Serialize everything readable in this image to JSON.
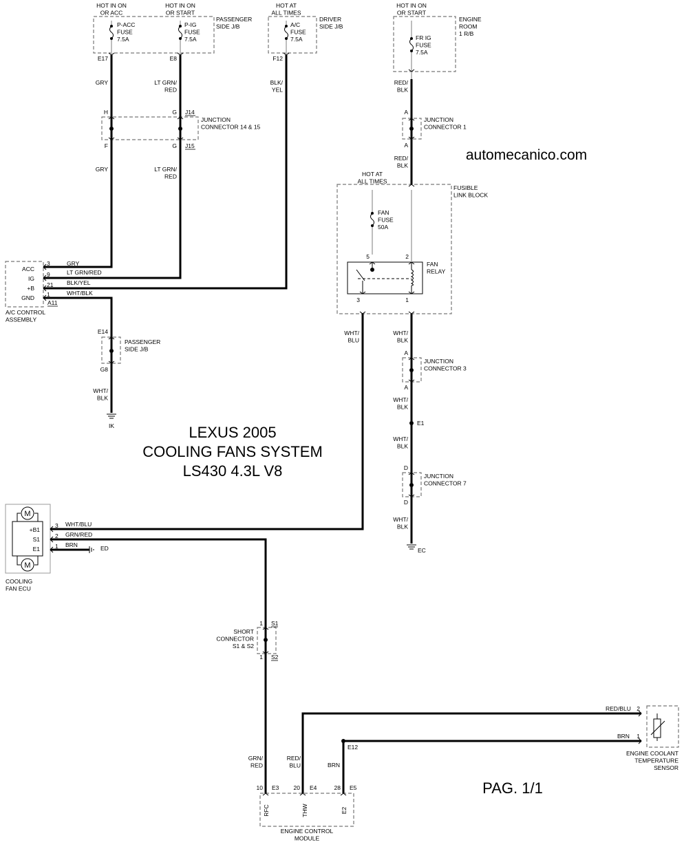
{
  "title": {
    "line1": "LEXUS 2005",
    "line2": "COOLING FANS SYSTEM",
    "line3": "LS430 4.3L V8"
  },
  "watermark": "automecanico.com",
  "page": "PAG. 1/1",
  "power": {
    "acc": [
      "HOT IN ON",
      "OR ACC"
    ],
    "start1": [
      "HOT IN ON",
      "OR START"
    ],
    "always1": [
      "HOT AT",
      "ALL TIMES"
    ],
    "start2": [
      "HOT IN ON",
      "OR START"
    ],
    "always2": [
      "HOT AT",
      "ALL TIMES"
    ]
  },
  "fuses": {
    "pacc": [
      "P-ACC",
      "FUSE",
      "7.5A"
    ],
    "pig": [
      "P-IG",
      "FUSE",
      "7.5A"
    ],
    "ac": [
      "A/C",
      "FUSE",
      "7.5A"
    ],
    "frig": [
      "FR IG",
      "FUSE",
      "7.5A"
    ],
    "fan": [
      "FAN",
      "FUSE",
      "50A"
    ]
  },
  "boxes": {
    "pass_jb": [
      "PASSENGER",
      "SIDE J/B"
    ],
    "drv_jb": [
      "DRIVER",
      "SIDE J/B"
    ],
    "eng_rb": [
      "ENGINE",
      "ROOM",
      "1 R/B"
    ],
    "jc1415": [
      "JUNCTION",
      "CONNECTOR 14 & 15"
    ],
    "jc1": [
      "JUNCTION",
      "CONNECTOR 1"
    ],
    "jc3": [
      "JUNCTION",
      "CONNECTOR 3"
    ],
    "jc7": [
      "JUNCTION",
      "CONNECTOR 7"
    ],
    "fusible": [
      "FUSIBLE",
      "LINK BLOCK"
    ],
    "relay": [
      "FAN",
      "RELAY"
    ],
    "pass_jb2": [
      "PASSENGER",
      "SIDE J/B"
    ],
    "ac_ctrl": [
      "A/C CONTROL",
      "ASSEMBLY"
    ],
    "fan_ecu": [
      "COOLING",
      "FAN ECU"
    ],
    "short": [
      "SHORT",
      "CONNECTOR",
      "S1 & S2"
    ],
    "ecm": [
      "ENGINE CONTROL",
      "MODULE"
    ],
    "ect": [
      "ENGINE COOLANT",
      "TEMPERATURE",
      "SENSOR"
    ]
  },
  "connectors": {
    "e17": "E17",
    "e8": "E8",
    "f12": "F12",
    "h": "H",
    "g1": "G",
    "j14": "J14",
    "f": "F",
    "g2": "G",
    "j15": "J15",
    "a1": "A",
    "a2": "A",
    "a3": "A",
    "a4": "A",
    "d1": "D",
    "d2": "D",
    "e1": "E1",
    "ec": "EC",
    "e14": "E14",
    "g8": "G8",
    "ik": "IK",
    "a11": "A11",
    "ed": "ED",
    "s1": "S1",
    "s2": "S2",
    "e3": "E3",
    "e4": "E4",
    "e5": "E5",
    "e12": "E12",
    "relay5": "5",
    "relay2": "2",
    "relay3": "3",
    "relay1": "1",
    "ac3": "3",
    "ac9": "9",
    "ac21": "21",
    "ac1": "1",
    "ecu3": "3",
    "ecu2": "2",
    "ecu1": "1",
    "sc1a": "1",
    "sc1b": "1",
    "ecm10": "10",
    "ecm20": "20",
    "ecm28": "28",
    "ect2": "2",
    "ect1": "1"
  },
  "pins": {
    "acc": "ACC",
    "ig": "IG",
    "b": "+B",
    "gnd": "GND",
    "b1": "+B1",
    "s1": "S1",
    "e1": "E1",
    "rfc": "RFC",
    "thw": "THW",
    "e2": "E2"
  },
  "wires": {
    "gry1": "GRY",
    "gry2": "GRY",
    "ltgrn1": [
      "LT GRN/",
      "RED"
    ],
    "ltgrn2": [
      "LT GRN/",
      "RED"
    ],
    "blkyel": [
      "BLK/",
      "YEL"
    ],
    "redblk1": [
      "RED/",
      "BLK"
    ],
    "redblk2": [
      "RED/",
      "BLK"
    ],
    "whtblu": [
      "WHT/",
      "BLU"
    ],
    "whtblk1": [
      "WHT/",
      "BLK"
    ],
    "whtblk2": [
      "WHT/",
      "BLK"
    ],
    "whtblk3": [
      "WHT/",
      "BLK"
    ],
    "whtblk4": [
      "WHT/",
      "BLK"
    ],
    "whtblk5": [
      "WHT/",
      "BLK"
    ],
    "ac_gry": "GRY",
    "ac_ltgrn": "LT GRN/RED",
    "ac_blkyel": "BLK/YEL",
    "ac_whtblk": "WHT/BLK",
    "ecu_whtblu": "WHT/BLU",
    "ecu_grnred": "GRN/RED",
    "ecu_brn": "BRN",
    "grnred": [
      "GRN/",
      "RED"
    ],
    "redblu": [
      "RED/",
      "BLU"
    ],
    "brn": "BRN",
    "ect_redblu": "RED/BLU",
    "ect_brn": "BRN"
  }
}
